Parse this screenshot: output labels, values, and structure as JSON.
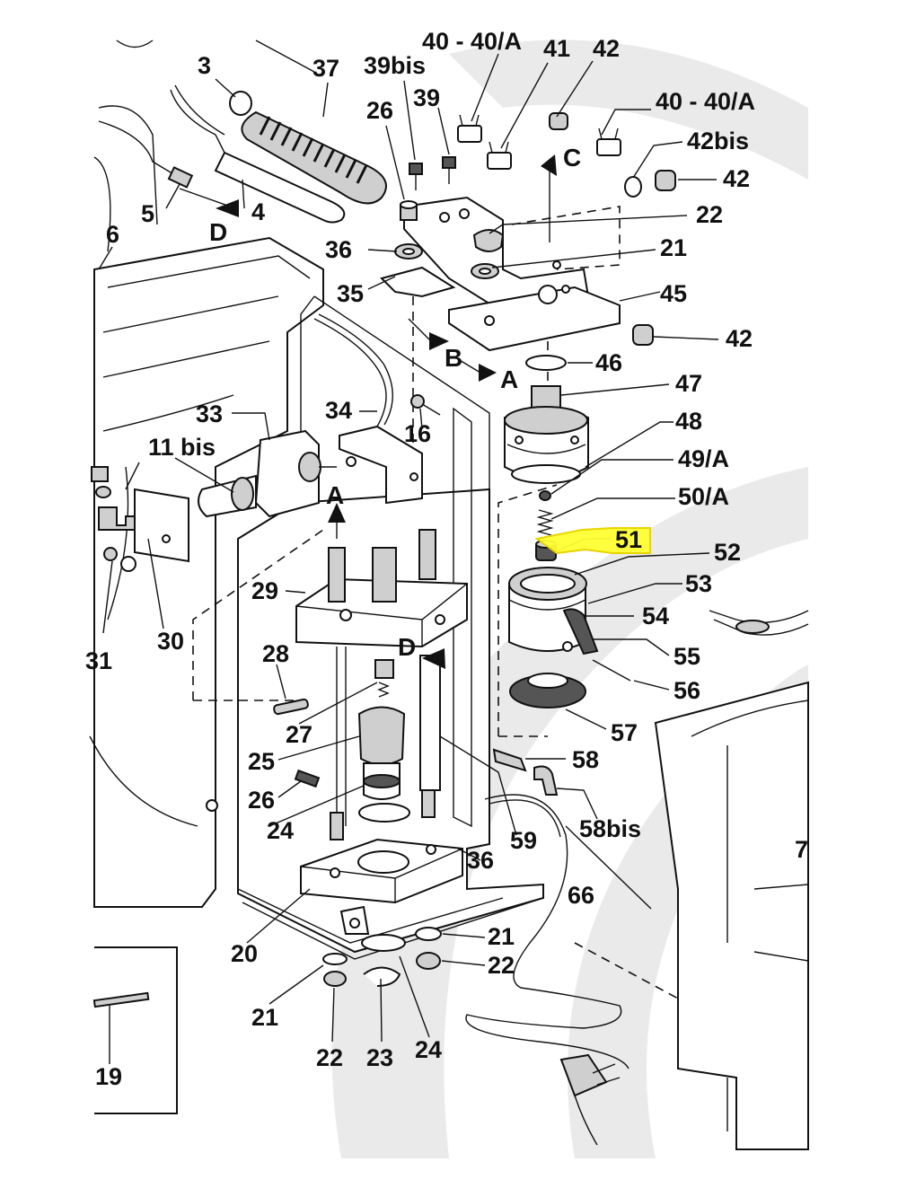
{
  "diagram": {
    "highlight_color": "#ffff33",
    "highlighted_label": "51",
    "labels": {
      "l3": "3",
      "l37": "37",
      "l39bis": "39bis",
      "l40top": "40 - 40/A",
      "l41": "41",
      "l42a": "42",
      "l26a": "26",
      "l39": "39",
      "l40b": "40 - 40/A",
      "l42bis": "42bis",
      "l42b": "42",
      "l5": "5",
      "l4": "4",
      "l6": "6",
      "l22a": "22",
      "l21a": "21",
      "l36a": "36",
      "l35": "35",
      "l45": "45",
      "l42c": "42",
      "l46": "46",
      "l47": "47",
      "l33": "33",
      "l34": "34",
      "l16": "16",
      "l48": "48",
      "l11bis": "11 bis",
      "l49a": "49/A",
      "l50a": "50/A",
      "l51": "51",
      "l52": "52",
      "l29": "29",
      "l53": "53",
      "l54": "54",
      "l30": "30",
      "l31": "31",
      "l55": "55",
      "l28": "28",
      "l56": "56",
      "l27": "27",
      "l57": "57",
      "l25": "25",
      "l58": "58",
      "l26b": "26",
      "l24a": "24",
      "l59": "59",
      "l58bis": "58bis",
      "l36b": "36",
      "l66": "66",
      "l20": "20",
      "l21b": "21",
      "l22b": "22",
      "l21c": "21",
      "l19": "19",
      "l22c": "22",
      "l23": "23",
      "l24b": "24",
      "l7": "7"
    },
    "section_markers": {
      "d1": "D",
      "c1": "C",
      "b1": "B",
      "a1": "A",
      "a2": "A",
      "d2": "D"
    }
  }
}
